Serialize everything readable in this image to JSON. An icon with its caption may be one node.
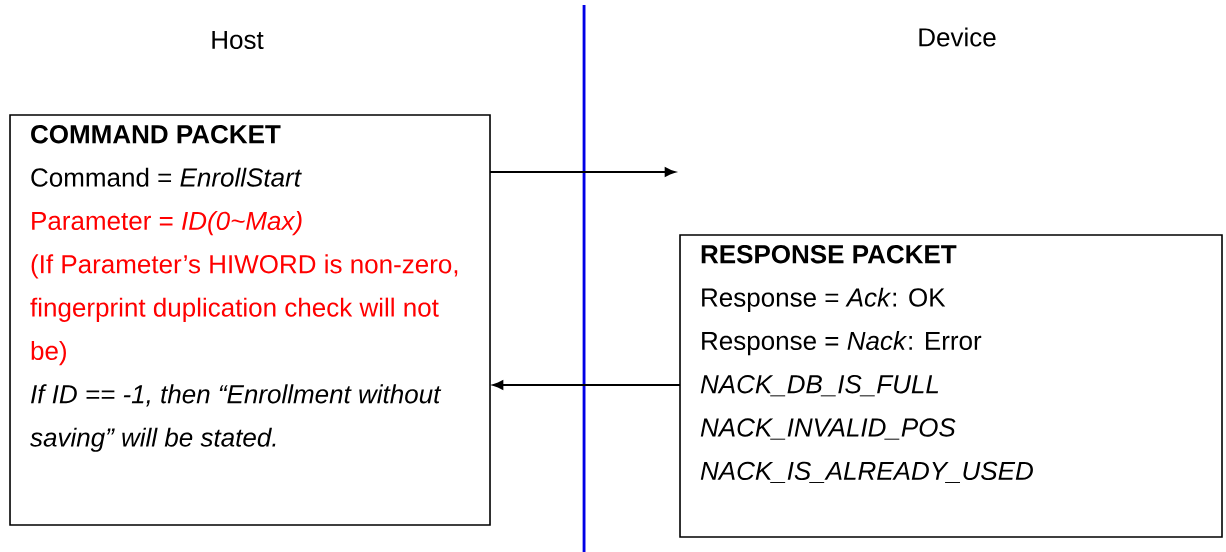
{
  "diagram": {
    "nodes": [
      {
        "text": [
          "COMMAND PACKET",
          "Command = *EnrollStart*",
          "Parameter = *ID(0~Max)*",
          "(If Parameter’s HIWORD is non-zero, fingerprint duplication check will not be)",
          "If ID == -1, then “Enrollment without saving” will be stated."
        ]
      },
      {
        "text": [
          "RESPONSE PACKET",
          "Response = *Ack*: OK",
          "Response = *Nack*: Error",
          "NACK_DB_IS_FULL",
          "NACK_INVALID_POS",
          "NACK_IS_ALREADY_USED"
        ]
      }
    ],
    "edges": [
      {
        "from": 0,
        "to": null,
        "arrow": "to"
      },
      {
        "from": 1,
        "to": 0,
        "arrow": "to"
      }
    ],
    "labels": [
      "Host",
      "Device"
    ]
  }
}
